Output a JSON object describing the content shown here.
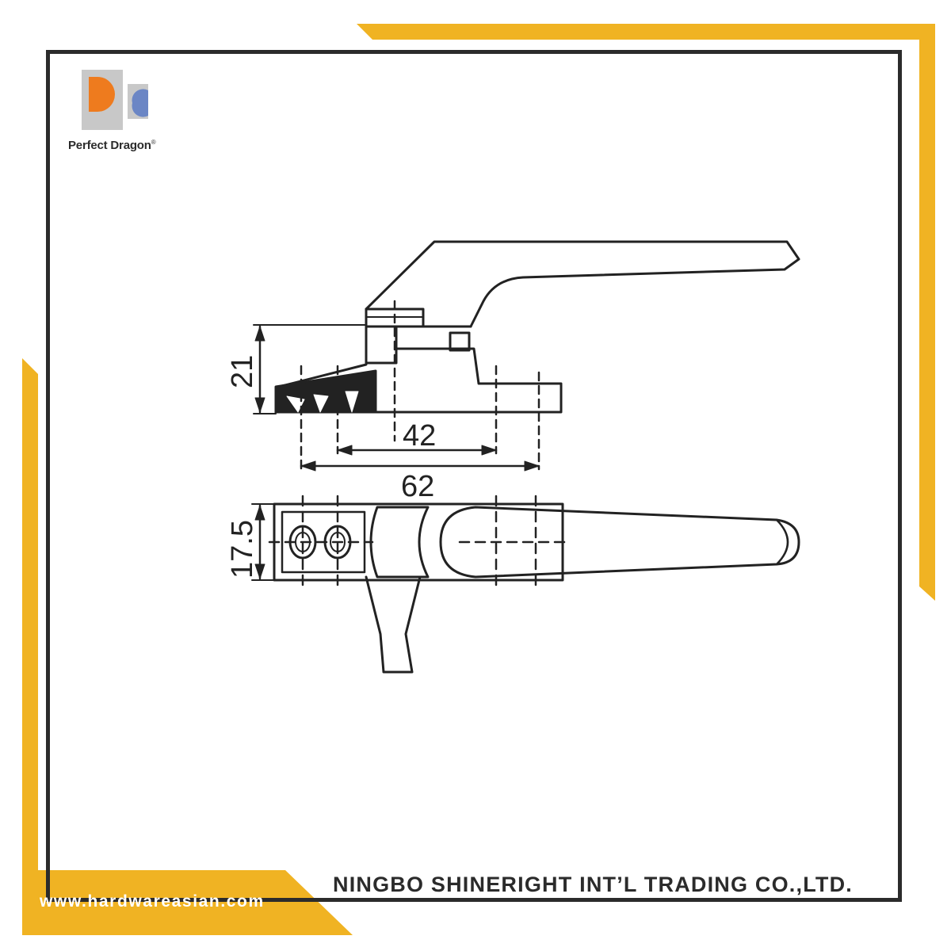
{
  "logo": {
    "brand_name": "Perfect Dragon",
    "registered_mark": "®",
    "icon": "pd-monogram-icon",
    "colors": {
      "orange": "#EE7B1E",
      "blue": "#6B86C5",
      "gray": "#C8C8C8"
    }
  },
  "footer": {
    "company_name": "NINGBO SHINERIGHT INT’L TRADING CO.,LTD.",
    "website": "www.hardwareasian.com"
  },
  "drawing": {
    "dimensions": {
      "height": "21",
      "inner_hole_spacing": "42",
      "total_length": "62",
      "width": "17.5"
    }
  },
  "colors": {
    "accent": "#F0B323",
    "frame": "#2B2B2B",
    "line": "#222222",
    "background": "#FFFFFF"
  }
}
